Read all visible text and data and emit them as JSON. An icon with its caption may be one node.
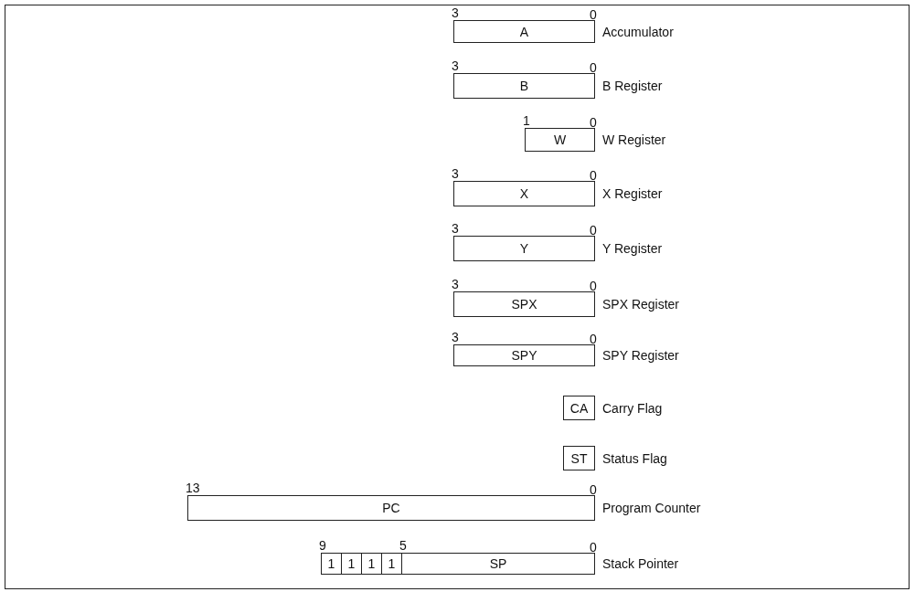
{
  "diagram": {
    "nodes": [
      {
        "text": [
          "A"
        ],
        "beside": [
          "3",
          "0",
          "Accumulator"
        ]
      },
      {
        "text": [
          "B"
        ],
        "beside": [
          "3",
          "0",
          "B Register"
        ]
      },
      {
        "text": [
          "W"
        ],
        "beside": [
          "1",
          "0",
          "W Register"
        ]
      },
      {
        "text": [
          "X"
        ],
        "beside": [
          "3",
          "0",
          "X Register"
        ]
      },
      {
        "text": [
          "Y"
        ],
        "beside": [
          "3",
          "0",
          "Y Register"
        ]
      },
      {
        "text": [
          "SPX"
        ],
        "beside": [
          "3",
          "0",
          "SPX Register"
        ]
      },
      {
        "text": [
          "SPY"
        ],
        "beside": [
          "3",
          "0",
          "SPY Register"
        ]
      },
      {
        "text": [
          "CA"
        ],
        "beside": [
          "Carry Flag"
        ]
      },
      {
        "text": [
          "ST"
        ],
        "beside": [
          "Status Flag"
        ]
      },
      {
        "text": [
          "PC"
        ],
        "beside": [
          "13",
          "0",
          "Program Counter"
        ]
      },
      {
        "text": [
          "1"
        ],
        "beside": [
          "9"
        ]
      },
      {
        "text": [
          "1"
        ]
      },
      {
        "text": [
          "1"
        ]
      },
      {
        "text": [
          "1"
        ]
      },
      {
        "text": [
          "SP"
        ],
        "beside": [
          "5",
          "0",
          "Stack Pointer"
        ]
      }
    ]
  }
}
